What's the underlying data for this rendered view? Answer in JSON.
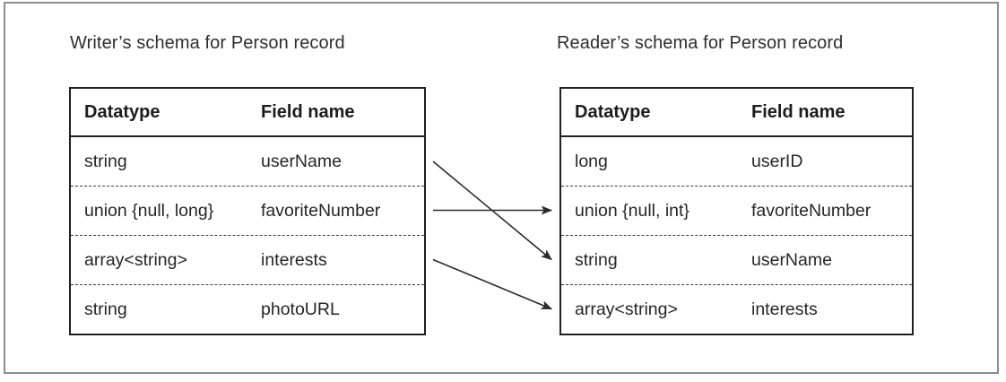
{
  "frame": {
    "border_color": "#8e8e8e",
    "background": "#ffffff"
  },
  "line_color": "#2b2b2b",
  "writer": {
    "title": "Writer’s schema for Person record",
    "headers": [
      "Datatype",
      "Field name"
    ],
    "rows": [
      {
        "datatype": "string",
        "field": "userName"
      },
      {
        "datatype": "union {null, long}",
        "field": "favoriteNumber"
      },
      {
        "datatype": "array<string>",
        "field": "interests"
      },
      {
        "datatype": "string",
        "field": "photoURL"
      }
    ]
  },
  "reader": {
    "title": "Reader’s schema for Person record",
    "headers": [
      "Datatype",
      "Field name"
    ],
    "rows": [
      {
        "datatype": "long",
        "field": "userID"
      },
      {
        "datatype": "union {null, int}",
        "field": "favoriteNumber"
      },
      {
        "datatype": "string",
        "field": "userName"
      },
      {
        "datatype": "array<string>",
        "field": "interests"
      }
    ]
  },
  "arrows": [
    {
      "field": "userName",
      "writer_row": 0,
      "reader_row": 2
    },
    {
      "field": "favoriteNumber",
      "writer_row": 1,
      "reader_row": 1
    },
    {
      "field": "interests",
      "writer_row": 2,
      "reader_row": 3
    }
  ]
}
